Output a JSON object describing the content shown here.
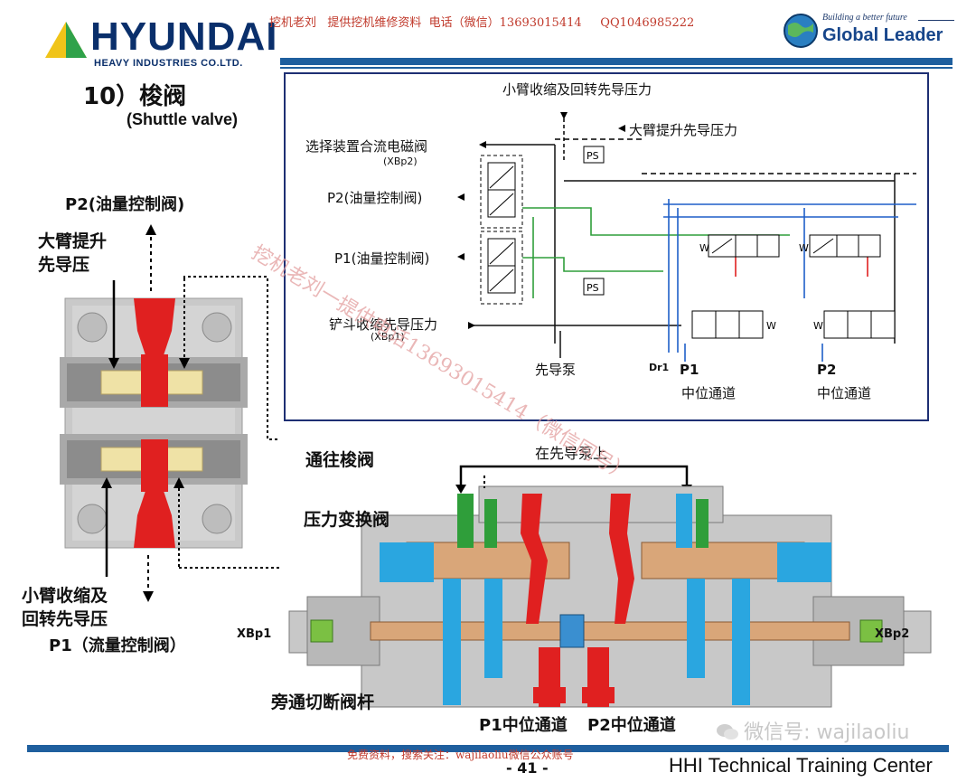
{
  "header": {
    "brand": "HYUNDAI",
    "brand_sub": "HEAVY INDUSTRIES CO.LTD.",
    "contact_line": "挖机老刘   提供挖机维修资料  电话（微信）13693015414     QQ1046985222",
    "slogan_small": "Building a better future",
    "slogan_big": "Global Leader"
  },
  "title": {
    "main": "10）梭阀",
    "sub": "(Shuttle  valve)"
  },
  "left_labels": {
    "p2": "P2(油量控制阀)",
    "boom_up_1": "大臂提升",
    "boom_up_2": "先导压",
    "arm_in_1": "小臂收缩及",
    "arm_in_2": "回转先导压",
    "p1": "P1（流量控制阀）"
  },
  "schematic": {
    "arm_swing": "小臂收缩及回转先导压力",
    "boom_up": "大臂提升先导压力",
    "selector": "选择装置合流电磁阀",
    "xbp2_top": "(XBp2)",
    "p2": "P2(油量控制阀)",
    "p1": "P1(油量控制阀)",
    "bucket_in": "铲斗收缩先导压力",
    "xbp1_sch": "(XBp1)",
    "pilot_pump": "先导泵",
    "dr1": "Dr1",
    "p1_center": "P1",
    "p1_center2": "中位通道",
    "p2_center": "P2",
    "p2_center2": "中位通道",
    "ps": "PS",
    "w": "W"
  },
  "lower": {
    "to_shuttle": "通往梭阀",
    "on_pilot_pump": "在先导泵上",
    "pressure_switch": "压力变换阀",
    "bypass_cut": "旁通切断阀杆",
    "xbp1": "XBp1",
    "xbp2": "XBp2",
    "p1_center": "P1中位通道",
    "p2_center": "P2中位通道"
  },
  "watermark": "挖机老刘一提供电话13693015414（微信同号）",
  "footer": {
    "note": "免费资料，搜索关注：wajilaoliu微信公众账号",
    "page": "- 41 -",
    "center": "HHI Technical Training Center",
    "wechat": "微信号: wajilaoliu"
  },
  "colors": {
    "brand_blue": "#0a2f6b",
    "bar_blue": "#1f5f9e",
    "oil_red": "#e02020",
    "oil_blue": "#1e90d8",
    "oil_green": "#2f9e3a",
    "spool_tan": "#d9a679"
  }
}
